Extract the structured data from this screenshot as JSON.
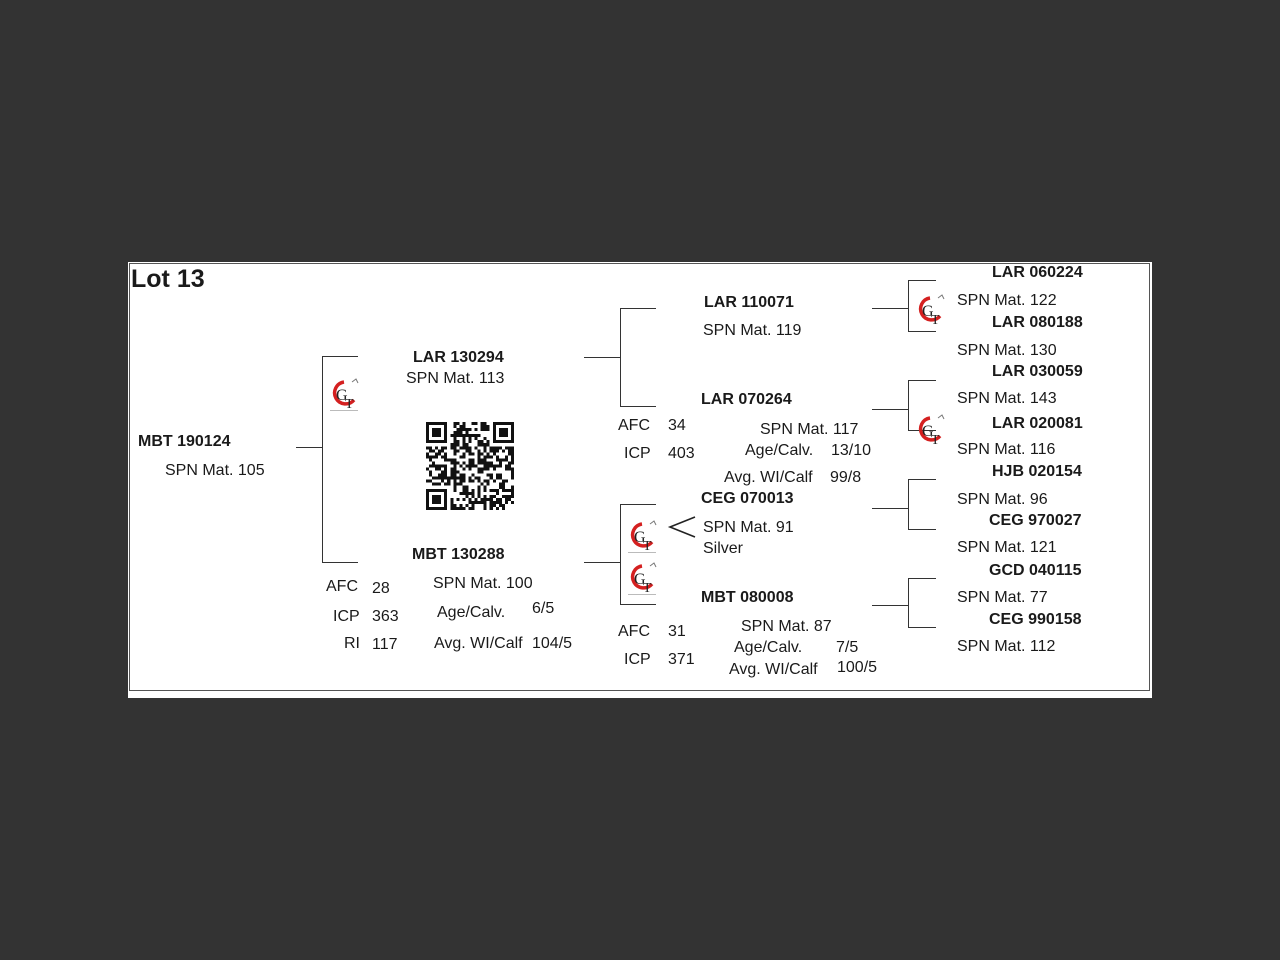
{
  "lot": {
    "title": "Lot 13"
  },
  "subject": {
    "id": "MBT 190124",
    "spn": "SPN Mat. 105"
  },
  "sire": {
    "id": "LAR 130294",
    "spn": "SPN Mat. 113"
  },
  "dam": {
    "id": "MBT 130288",
    "spn": "SPN Mat. 100",
    "age_label": "Age/Calv.",
    "age_value": "6/5",
    "avg_label": "Avg. WI/Calf",
    "avg_value": "104/5",
    "afc_label": "AFC",
    "afc_value": "28",
    "icp_label": "ICP",
    "icp_value": "363",
    "ri_label": "RI",
    "ri_value": "117"
  },
  "sire_sire": {
    "id": "LAR 110071",
    "spn": "SPN Mat. 119"
  },
  "sire_dam": {
    "id": "LAR 070264",
    "spn": "SPN Mat. 117",
    "age_label": "Age/Calv.",
    "age_value": "13/10",
    "avg_label": "Avg. WI/Calf",
    "avg_value": "99/8",
    "afc_label": "AFC",
    "afc_value": "34",
    "icp_label": "ICP",
    "icp_value": "403"
  },
  "dam_sire": {
    "id": "CEG 070013",
    "spn": "SPN Mat. 91",
    "note": "Silver"
  },
  "dam_dam": {
    "id": "MBT 080008",
    "spn": "SPN Mat. 87",
    "age_label": "Age/Calv.",
    "age_value": "7/5",
    "avg_label": "Avg. WI/Calf",
    "avg_value": "100/5",
    "afc_label": "AFC",
    "afc_value": "31",
    "icp_label": "ICP",
    "icp_value": "371"
  },
  "great_grandparents": [
    {
      "id": "LAR 060224",
      "spn": "SPN Mat. 122"
    },
    {
      "id": "LAR 080188",
      "spn": "SPN Mat. 130"
    },
    {
      "id": "LAR 030059",
      "spn": "SPN Mat. 143"
    },
    {
      "id": "LAR 020081",
      "spn": "SPN Mat. 116"
    },
    {
      "id": "HJB 020154",
      "spn": "SPN Mat. 96"
    },
    {
      "id": "CEG 970027",
      "spn": "SPN Mat. 121"
    },
    {
      "id": "GCD 040115",
      "spn": "SPN Mat. 77"
    },
    {
      "id": "CEG 990158",
      "spn": "SPN Mat. 112"
    }
  ],
  "logo": {
    "name": "gt-logo-icon",
    "text_g": "G",
    "text_t": "T",
    "red": "#d42020",
    "dark": "#222222"
  },
  "qr": {
    "name": "qr-code-icon"
  }
}
